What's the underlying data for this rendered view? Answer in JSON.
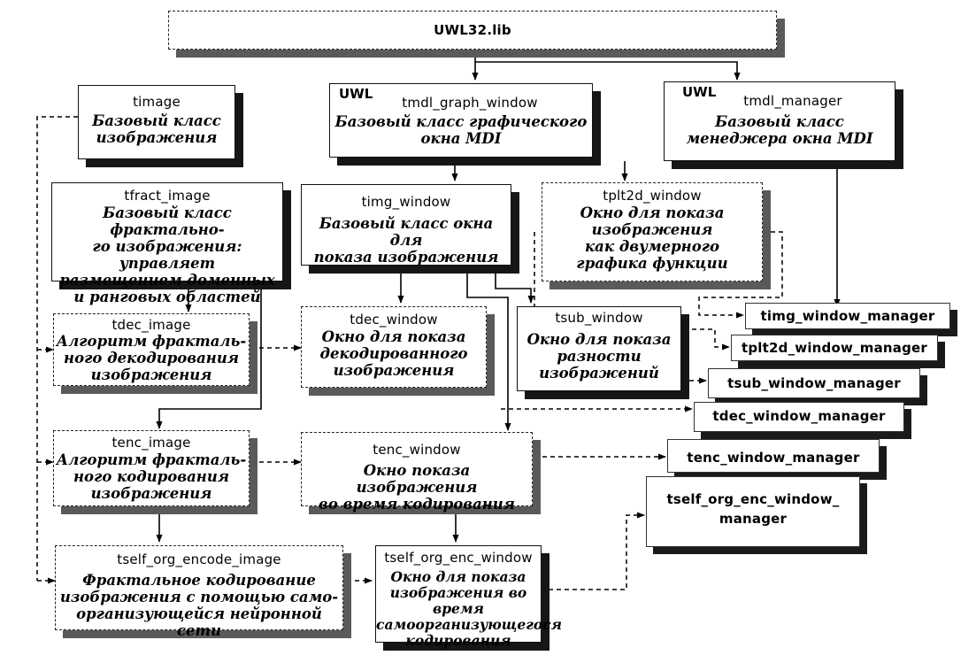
{
  "root": {
    "title": "UWL32.lib"
  },
  "boxes": {
    "timage": {
      "title": "timage",
      "desc": [
        "Базовый класс",
        "изображения"
      ]
    },
    "tmdl_graph_window": {
      "prefix": "UWL",
      "title": "tmdl_graph_window",
      "desc": [
        "Базовый класс графического",
        "окна MDI"
      ]
    },
    "tmdl_manager": {
      "prefix": "UWL",
      "title": "tmdl_manager",
      "desc": [
        "Базовый класс",
        "менеджера окна MDI"
      ]
    },
    "tfract_image": {
      "title": "tfract_image",
      "desc": [
        "Базовый класс фрактально-",
        "го изображения: управляет",
        "размещением доменных",
        "и ранговых областей"
      ]
    },
    "timg_window": {
      "title": "timg_window",
      "desc": [
        "Базовый класс окна для",
        "показа изображения"
      ]
    },
    "tplt2d_window": {
      "title": "tplt2d_window",
      "desc": [
        "Окно для показа",
        "изображения",
        "как двумерного",
        "графика функции"
      ]
    },
    "tdec_image": {
      "title": "tdec_image",
      "desc": [
        "Алгоритм фракталь-",
        "ного декодирования",
        "изображения"
      ]
    },
    "tdec_window": {
      "title": "tdec_window",
      "desc": [
        "Окно для показа",
        "декодированного",
        "изображения"
      ]
    },
    "tsub_window": {
      "title": "tsub_window",
      "desc": [
        "Окно для показа",
        "разности",
        "изображений"
      ]
    },
    "tenc_image": {
      "title": "tenc_image",
      "desc": [
        "Алгоритм фракталь-",
        "ного кодирования",
        "изображения"
      ]
    },
    "tenc_window": {
      "title": "tenc_window",
      "desc": [
        "Окно показа изображения",
        "во время кодирования"
      ]
    },
    "tself_org_encode_image": {
      "title": "tself_org_encode_image",
      "desc": [
        "Фрактальное кодирование",
        "изображения с помощью само-",
        "организующейся нейронной сети"
      ]
    },
    "tself_org_enc_window": {
      "title": "tself_org_enc_window",
      "desc": [
        "Окно для показа",
        "изображения во время",
        "самоорганизующегося",
        "кодирования"
      ]
    }
  },
  "managers": [
    {
      "id": "timg_window_manager",
      "label": "timg_window_manager"
    },
    {
      "id": "tplt2d_window_manager",
      "label": "tplt2d_window_manager"
    },
    {
      "id": "tsub_window_manager",
      "label": "tsub_window_manager"
    },
    {
      "id": "tdec_window_manager",
      "label": "tdec_window_manager"
    },
    {
      "id": "tenc_window_manager",
      "label": "tenc_window_manager"
    },
    {
      "id": "tself_org_enc_window_manager",
      "label": [
        "tself_org_enc_window_",
        "manager"
      ]
    }
  ],
  "colors": {
    "line": "#000000",
    "shadow": "#161616",
    "background": "#ffffff"
  }
}
